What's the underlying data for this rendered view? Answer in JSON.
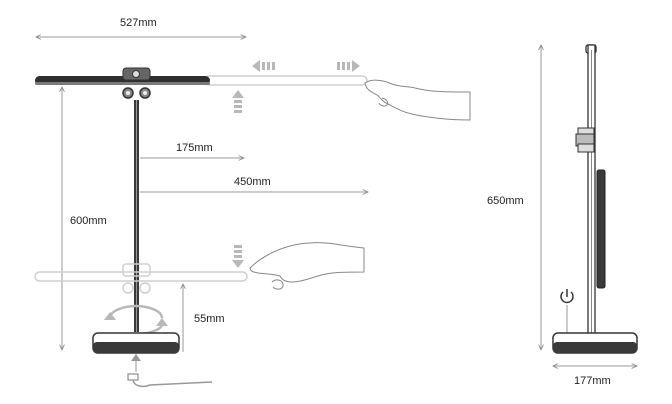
{
  "diagram": {
    "dimensions": {
      "arm_length": "527mm",
      "reach_175": "175mm",
      "reach_450": "450mm",
      "height_600": "600mm",
      "height_55": "55mm",
      "side_height": "650mm",
      "base_depth": "177mm"
    },
    "icons": [
      "power-icon",
      "rotate-arrows-icon",
      "hand-icon",
      "slide-arrow-icon",
      "dc-plug-icon"
    ],
    "colors": {
      "line": "#555555",
      "lamp_dark": "#333333",
      "ghost": "#cfcfcf",
      "arrow_ghost": "#b8b8b8"
    }
  }
}
